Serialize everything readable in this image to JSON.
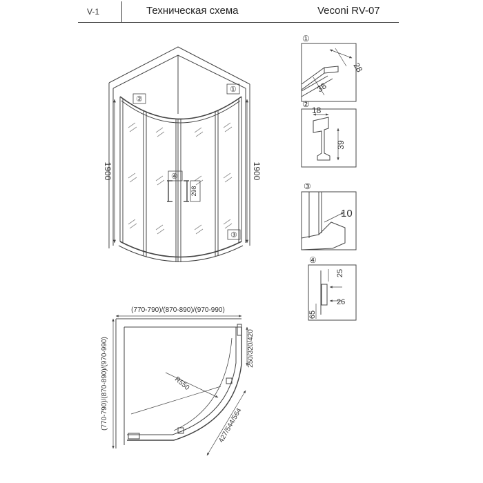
{
  "header": {
    "version": "V-1",
    "title": "Техническая схема",
    "model": "Veconi RV-07"
  },
  "front_view": {
    "height_left": "1900",
    "height_right": "1900",
    "handle_dim": "298",
    "callouts": [
      "①",
      "②",
      "③",
      "④"
    ]
  },
  "details": {
    "d1": {
      "marker": "①",
      "dim_a": "28",
      "dim_b": "38"
    },
    "d2": {
      "marker": "②",
      "dim_a": "18",
      "dim_b": "39"
    },
    "d3": {
      "marker": "③",
      "dim_a": "10"
    },
    "d4": {
      "marker": "④",
      "dim_a": "25",
      "dim_b": "26",
      "dim_c": "65"
    }
  },
  "plan_view": {
    "width": "(770-790)/(870-890)/(970-990)",
    "depth": "(770-790)/(870-890)/(970-990)",
    "side": "250/320/420",
    "radius": "R550",
    "door": "427/544/564"
  }
}
